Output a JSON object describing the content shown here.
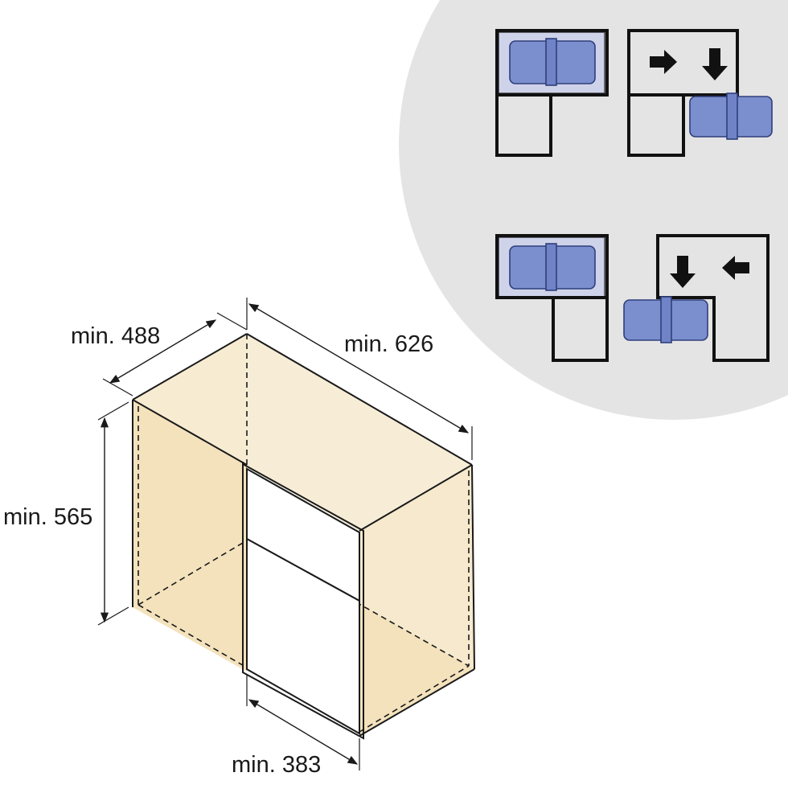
{
  "dimensions": {
    "depth": "min. 488",
    "width": "min. 626",
    "height": "min. 565",
    "opening": "min. 383"
  },
  "colors": {
    "cabinet_fill": "#f7ecd2",
    "cabinet_side": "#f3e2bc",
    "inset_circle": "#e4e4e5",
    "unit_blue": "#7b8fce",
    "unit_outline": "#2f3f7a",
    "line": "#1a1a1a"
  },
  "icons": {
    "arrow_right": "arrow-right-icon",
    "arrow_down": "arrow-down-icon",
    "arrow_left": "arrow-left-icon"
  }
}
